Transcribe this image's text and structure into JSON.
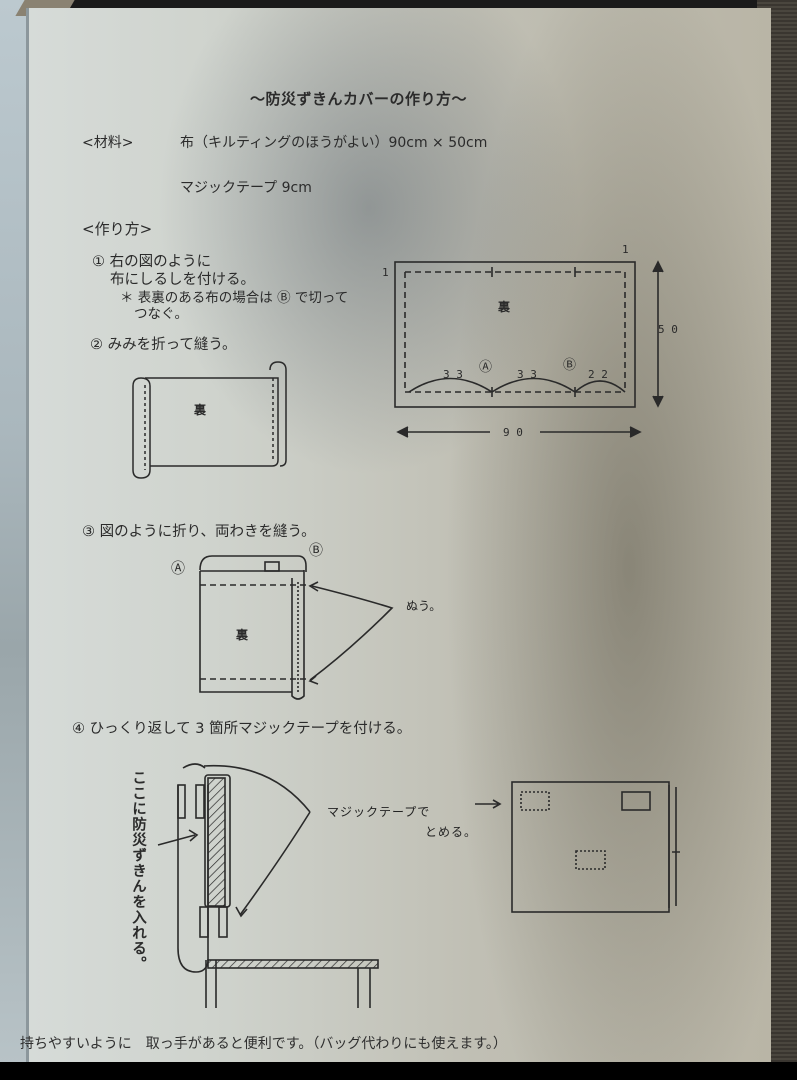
{
  "document": {
    "title": "〜防災ずきんカバーの作り方〜",
    "materials": {
      "label": "<材料>",
      "items": [
        "布（キルティングのほうがよい）90cm × 50cm",
        "マジックテープ 9cm"
      ]
    },
    "method": {
      "label": "<作り方>",
      "steps": [
        {
          "number": "①",
          "lines": [
            "① 右の図のように",
            "布にしるしを付ける。"
          ],
          "notes": [
            "＊ 表裏のある布の場合は Ⓑ で切って",
            "つなぐ。"
          ]
        },
        {
          "number": "②",
          "text": "② みみを折って縫う。"
        },
        {
          "number": "③",
          "text": "③ 図のように折り、両わきを縫う。"
        },
        {
          "number": "④",
          "text": "④ ひっくり返して 3 箇所マジックテープを付ける。"
        }
      ]
    },
    "diagram_step1": {
      "back_label": "裏",
      "margin_left": "1",
      "margin_top": "1",
      "height": "5 0",
      "width": "9 0",
      "segments": [
        "3 3",
        "3 3",
        "2 2"
      ],
      "mark_a": "Ⓐ",
      "mark_b": "Ⓑ"
    },
    "diagram_step2": {
      "back_label": "裏"
    },
    "diagram_step3": {
      "back_label": "裏",
      "mark_a": "Ⓐ",
      "mark_b": "Ⓑ",
      "annotation": "ぬう。"
    },
    "diagram_step4": {
      "vertical_note": "ここに防災ずきんを入れる。",
      "annotation_line1": "マジックテープで",
      "annotation_line2": "とめる。"
    },
    "footer_note": "持ちやすいように　取っ手があると便利です。（バッグ代わりにも使えます。）"
  }
}
